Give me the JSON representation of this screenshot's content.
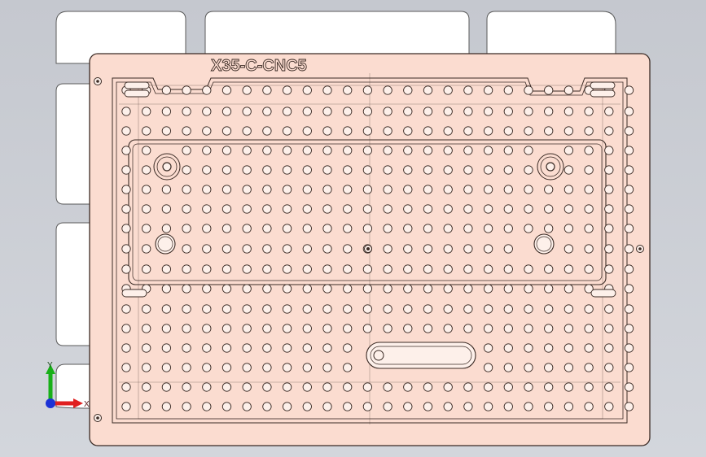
{
  "viewport": {
    "background_top": "#c5c8cf",
    "background_bottom": "#d3d6dc"
  },
  "part": {
    "label": "X35-C-CNC5",
    "plate_fill": "#fbdcd0",
    "outline_color": "#3a2a24",
    "hole_fill": "#fdf0ea",
    "shadow_body_fill": "#ffffff",
    "shadow_body_stroke": "#5a5a5a"
  },
  "triad": {
    "x_label": "X",
    "y_label": "Y",
    "x_color": "#e02020",
    "y_color": "#18b018",
    "z_color": "#1c32d6"
  }
}
